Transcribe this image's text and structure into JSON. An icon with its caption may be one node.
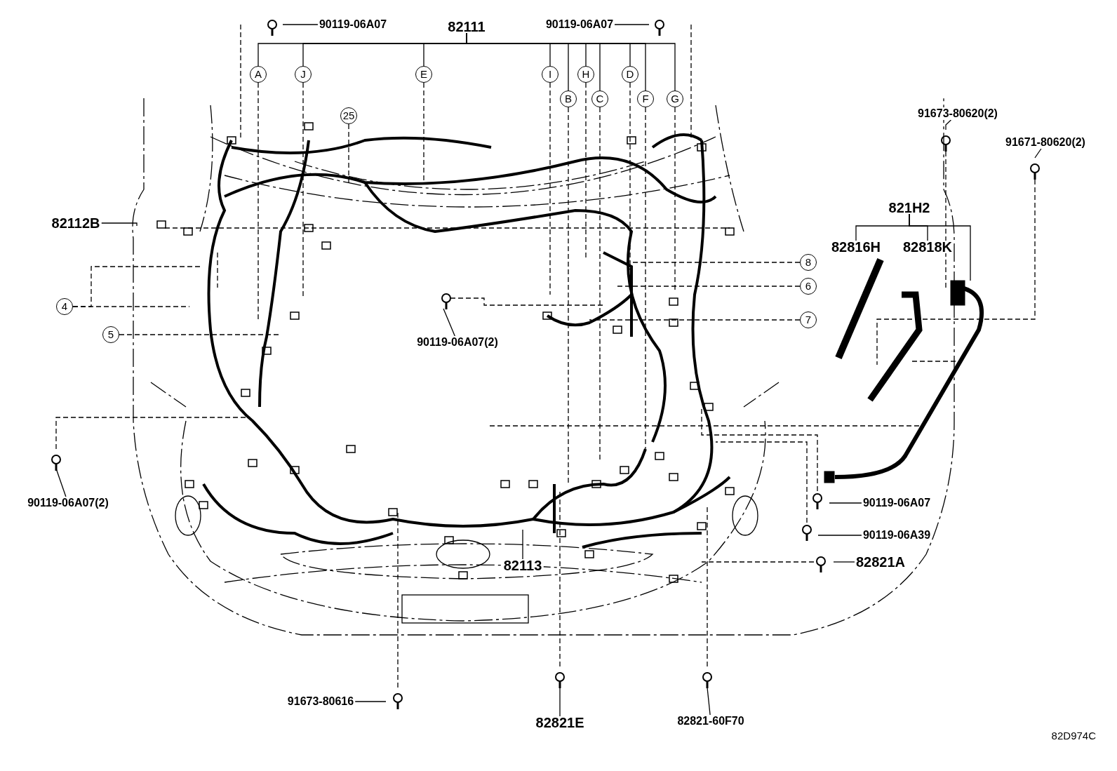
{
  "diagram": {
    "nodes": [
      {
        "text": [
          "90119-06A07"
        ]
      },
      {
        "text": [
          "82111"
        ]
      },
      {
        "text": [
          "90119-06A07"
        ]
      },
      {
        "text": [
          "A"
        ]
      },
      {
        "text": [
          "J"
        ]
      },
      {
        "text": [
          "E"
        ]
      },
      {
        "text": [
          "I"
        ]
      },
      {
        "text": [
          "B"
        ]
      },
      {
        "text": [
          "H"
        ]
      },
      {
        "text": [
          "C"
        ]
      },
      {
        "text": [
          "D"
        ]
      },
      {
        "text": [
          "F"
        ]
      },
      {
        "text": [
          "G"
        ]
      },
      {
        "text": [
          "25"
        ]
      },
      {
        "text": [
          "91673-80620(2)"
        ]
      },
      {
        "text": [
          "91671-80620(2)"
        ]
      },
      {
        "text": [
          "82112B"
        ]
      },
      {
        "text": [
          "821H2"
        ]
      },
      {
        "text": [
          "82816H"
        ]
      },
      {
        "text": [
          "82818K"
        ]
      },
      {
        "text": [
          "8"
        ]
      },
      {
        "text": [
          "6"
        ]
      },
      {
        "text": [
          "4"
        ]
      },
      {
        "text": [
          "90119-06A07(2)"
        ]
      },
      {
        "text": [
          "7"
        ]
      },
      {
        "text": [
          "5"
        ]
      },
      {
        "text": [
          "90119-06A07(2)"
        ]
      },
      {
        "text": [
          "90119-06A07"
        ]
      },
      {
        "text": [
          "90119-06A39"
        ]
      },
      {
        "text": [
          "82821A"
        ]
      },
      {
        "text": [
          "82113"
        ]
      },
      {
        "text": [
          "91673-80616"
        ]
      },
      {
        "text": [
          "82821E"
        ]
      },
      {
        "text": [
          "82821-60F70"
        ]
      }
    ],
    "edges": [
      {
        "from": 0,
        "to": null,
        "arrow": "none"
      },
      {
        "from": 1,
        "to": 3,
        "arrow": "none"
      },
      {
        "from": 1,
        "to": 4,
        "arrow": "none"
      },
      {
        "from": 1,
        "to": 5,
        "arrow": "none"
      },
      {
        "from": 1,
        "to": 6,
        "arrow": "none"
      },
      {
        "from": 1,
        "to": 7,
        "arrow": "none"
      },
      {
        "from": 1,
        "to": 8,
        "arrow": "none"
      },
      {
        "from": 1,
        "to": 9,
        "arrow": "none"
      },
      {
        "from": 1,
        "to": 10,
        "arrow": "none"
      },
      {
        "from": 1,
        "to": 11,
        "arrow": "none"
      },
      {
        "from": 1,
        "to": 12,
        "arrow": "none"
      },
      {
        "from": 2,
        "to": null,
        "arrow": "none"
      },
      {
        "from": 3,
        "to": null,
        "arrow": "none",
        "style": "dashed"
      },
      {
        "from": 4,
        "to": null,
        "arrow": "none",
        "style": "dashed"
      },
      {
        "from": 5,
        "to": null,
        "arrow": "none",
        "style": "dashed"
      },
      {
        "from": 6,
        "to": null,
        "arrow": "none",
        "style": "dashed"
      },
      {
        "from": 7,
        "to": null,
        "arrow": "none",
        "style": "dashed"
      },
      {
        "from": 8,
        "to": null,
        "arrow": "none",
        "style": "dashed"
      },
      {
        "from": 9,
        "to": null,
        "arrow": "none",
        "style": "dashed"
      },
      {
        "from": 10,
        "to": null,
        "arrow": "none",
        "style": "dashed"
      },
      {
        "from": 11,
        "to": null,
        "arrow": "none",
        "style": "dashed"
      },
      {
        "from": 12,
        "to": null,
        "arrow": "none",
        "style": "dashed"
      },
      {
        "from": 13,
        "to": null,
        "arrow": "none",
        "style": "dashed"
      },
      {
        "from": 14,
        "to": null,
        "arrow": "none"
      },
      {
        "from": 15,
        "to": null,
        "arrow": "none"
      },
      {
        "from": 16,
        "to": null,
        "arrow": "none"
      },
      {
        "from": 17,
        "to": 18,
        "arrow": "none"
      },
      {
        "from": 17,
        "to": 19,
        "arrow": "none"
      },
      {
        "from": 17,
        "to": null,
        "arrow": "none"
      },
      {
        "from": 20,
        "to": null,
        "arrow": "none",
        "style": "dashed"
      },
      {
        "from": 21,
        "to": null,
        "arrow": "none",
        "style": "dashed"
      },
      {
        "from": 24,
        "to": null,
        "arrow": "none",
        "style": "dashed"
      },
      {
        "from": 22,
        "to": null,
        "arrow": "none",
        "style": "dashed"
      },
      {
        "from": 22,
        "to": null,
        "arrow": "none",
        "style": "dashed"
      },
      {
        "from": 25,
        "to": null,
        "arrow": "none",
        "style": "dashed"
      },
      {
        "from": 23,
        "to": null,
        "arrow": "none"
      },
      {
        "from": 26,
        "to": null,
        "arrow": "none"
      },
      {
        "from": 27,
        "to": null,
        "arrow": "none"
      },
      {
        "from": 28,
        "to": null,
        "arrow": "none"
      },
      {
        "from": 29,
        "to": null,
        "arrow": "none"
      },
      {
        "from": 30,
        "to": null,
        "arrow": "none"
      },
      {
        "from": 31,
        "to": null,
        "arrow": "none"
      },
      {
        "from": 32,
        "to": null,
        "arrow": "none"
      },
      {
        "from": 33,
        "to": null,
        "arrow": "none"
      }
    ],
    "labels": [
      "82D974C"
    ]
  }
}
